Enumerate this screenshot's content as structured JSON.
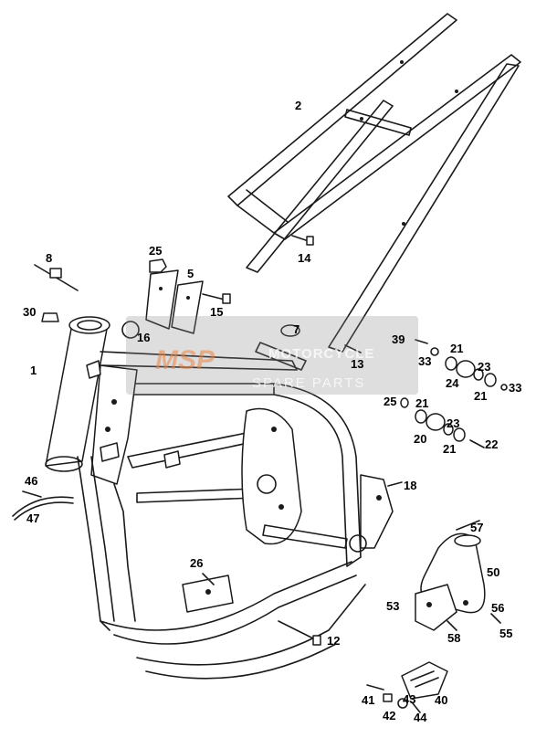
{
  "callouts": {
    "c1": "1",
    "c2": "2",
    "c5": "5",
    "c7": "7",
    "c8": "8",
    "c12": "12",
    "c13": "13",
    "c14": "14",
    "c15": "15",
    "c16": "16",
    "c18": "18",
    "c20": "20",
    "c21a": "21",
    "c21b": "21",
    "c21c": "21",
    "c21d": "21",
    "c22": "22",
    "c23a": "23",
    "c23b": "23",
    "c24": "24",
    "c25a": "25",
    "c25b": "25",
    "c26": "26",
    "c30": "30",
    "c33a": "33",
    "c33b": "33",
    "c39": "39",
    "c40": "40",
    "c41": "41",
    "c42": "42",
    "c43": "43",
    "c44": "44",
    "c46": "46",
    "c47": "47",
    "c50": "50",
    "c53": "53",
    "c55": "55",
    "c56": "56",
    "c57": "57",
    "c58": "58"
  },
  "watermark": {
    "logo": "MSP",
    "line1": "MOTORCYCLE",
    "line2": "SPARE PARTS",
    "color": "#e8864a"
  }
}
